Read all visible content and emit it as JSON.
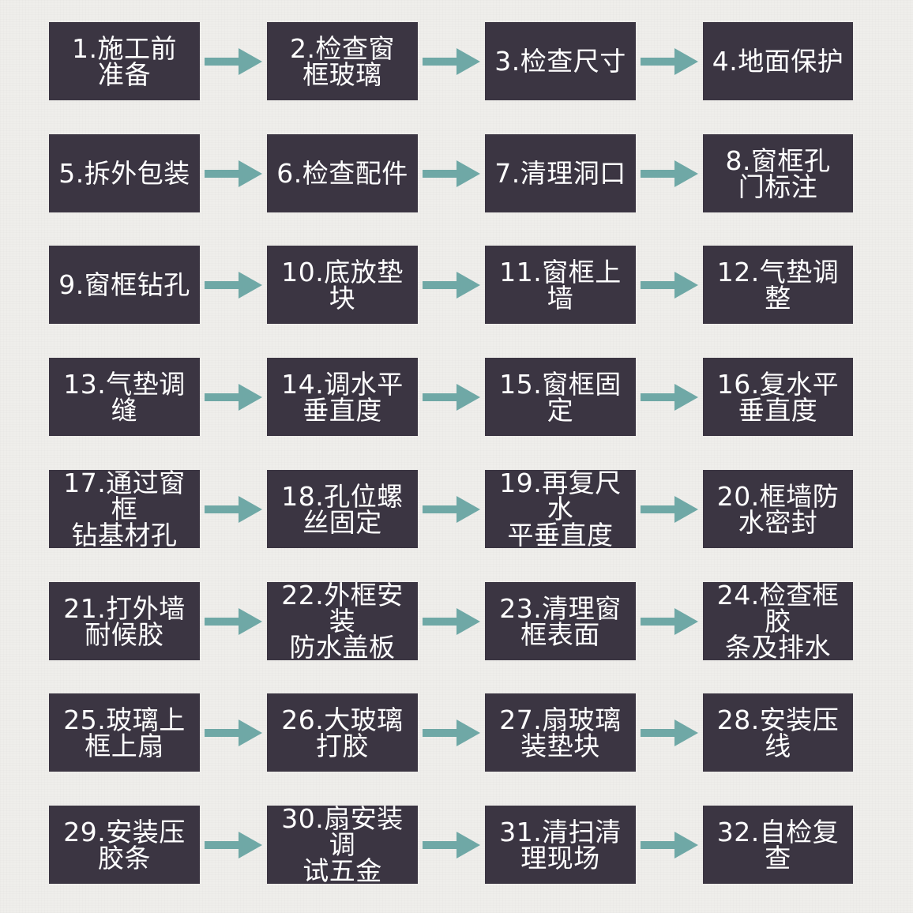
{
  "colors": {
    "box": "#3b3542",
    "text": "#ffffff",
    "arrow": "#6fa8a6",
    "background": "#efeeeb"
  },
  "steps": [
    "1.施工前\n准备",
    "2.检查窗\n框玻璃",
    "3.检查尺寸",
    "4.地面保护",
    "5.拆外包装",
    "6.检查配件",
    "7.清理洞口",
    "8.窗框孔\n门标注",
    "9.窗框钻孔",
    "10.底放垫块",
    "11.窗框上墙",
    "12.气垫调整",
    "13.气垫调缝",
    "14.调水平\n垂直度",
    "15.窗框固定",
    "16.复水平\n垂直度",
    "17.通过窗框\n钻基材孔",
    "18.孔位螺\n丝固定",
    "19.再复尺水\n平垂直度",
    "20.框墙防\n水密封",
    "21.打外墙\n耐候胶",
    "22.外框安装\n防水盖板",
    "23.清理窗\n框表面",
    "24.检查框胶\n条及排水",
    "25.玻璃上\n框上扇",
    "26.大玻璃\n打胶",
    "27.扇玻璃\n装垫块",
    "28.安装压线",
    "29.安装压\n胶条",
    "30.扇安装调\n试五金",
    "31.清扫清\n理现场",
    "32.自检复查"
  ],
  "arrow_icon": "right-arrow-icon"
}
